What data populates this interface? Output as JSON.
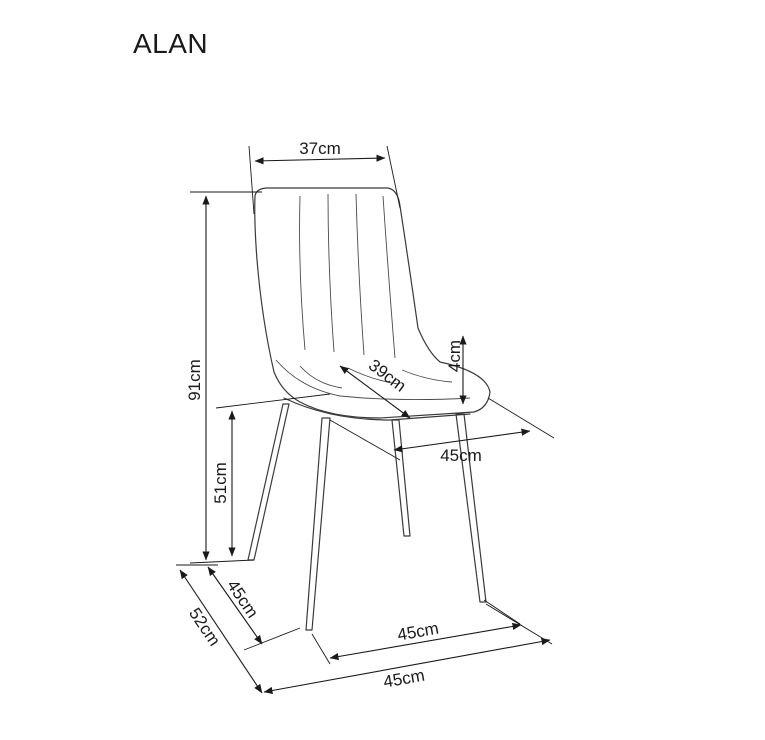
{
  "product": {
    "name": "ALAN"
  },
  "dimensions": {
    "backrest_width": "37cm",
    "total_height": "91cm",
    "seat_depth": "39cm",
    "seat_cushion_thickness": "4cm",
    "seat_width": "45cm",
    "seat_height": "51cm",
    "leg_span_depth": "45cm",
    "leg_span_width": "45cm",
    "overall_depth": "52cm",
    "overall_width": "45cm"
  },
  "colors": {
    "line": "#1a1a1a",
    "outline": "#3a3a3a"
  }
}
